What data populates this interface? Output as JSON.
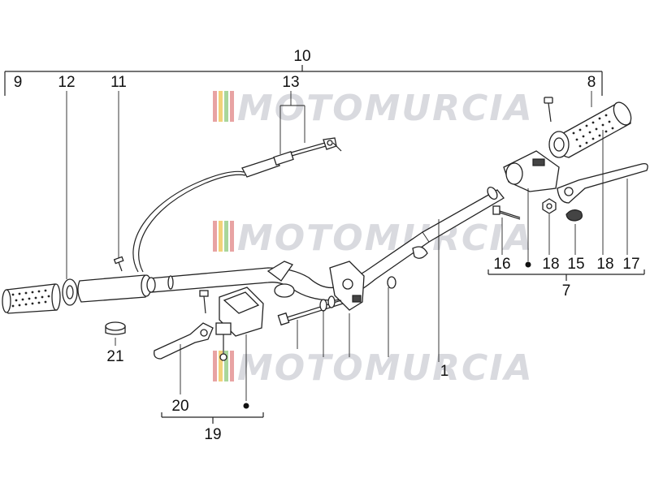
{
  "watermark": {
    "text": "MOTOMURCIA",
    "stripe_colors": [
      "#e8a3a3",
      "#f2d27a",
      "#a9d69b",
      "#e8a3a3"
    ]
  },
  "labels": {
    "l10": "10",
    "l9": "9",
    "l12": "12",
    "l11": "11",
    "l13": "13",
    "l8": "8",
    "l16": "16",
    "l18a": "18",
    "l15": "15",
    "l18b": "18",
    "l17": "17",
    "l7": "7",
    "l21": "21",
    "l20": "20",
    "l19": "19",
    "l1": "1"
  }
}
